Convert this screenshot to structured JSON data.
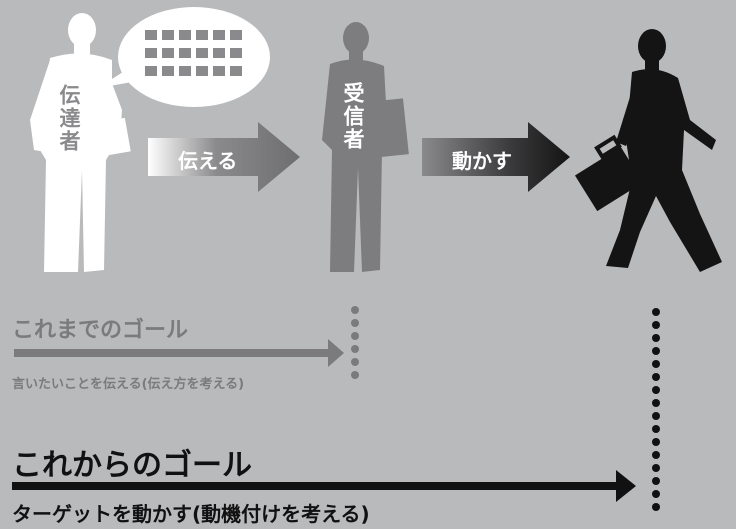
{
  "figures": {
    "sender_label": "伝達者",
    "receiver_label": "受信者"
  },
  "arrows": {
    "convey_label": "伝える",
    "move_label": "動かす"
  },
  "old_goal": {
    "title": "これまでのゴール",
    "subtitle": "言いたいことを伝える(伝え方を考える)"
  },
  "new_goal": {
    "title": "これからのゴール",
    "subtitle": "ターゲットを動かす(動機付けを考える)"
  },
  "colors": {
    "background": "#b9babc",
    "sender": "#ffffff",
    "receiver": "#7d7d7f",
    "mover": "#141414",
    "old_goal": "#7b7b7d",
    "new_goal": "#111111"
  }
}
